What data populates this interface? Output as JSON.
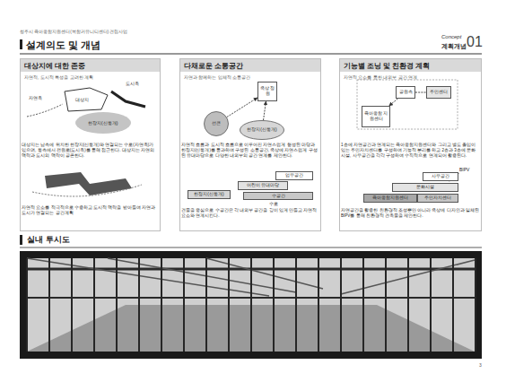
{
  "diagram": {
    "title": "설계의도 및 개념",
    "nodes": [
      {
        "text": [
          "대상지에 대한 존중",
          "자연적, 도시적 특성을 고려한 계획"
        ]
      },
      {
        "text": [
          "다채로운 소통공간",
          "자연과 함께하는 입체적 소통공간"
        ]
      },
      {
        "text": [
          "기능별 조닝 및 친환경 계획",
          "자연적 요소를 통한 내외부 공간 연계"
        ]
      },
      {
        "text": [
          "옥상 정원"
        ],
        "in": 1
      },
      {
        "text": [
          "선큰"
        ],
        "in": 1
      },
      {
        "text": [
          "현장지(신동개)"
        ],
        "in": 1
      },
      {
        "text": [
          "업무공간"
        ],
        "in": 1
      },
      {
        "text": [
          "어린이 뮤대마당"
        ],
        "in": 1
      },
      {
        "text": [
          "수공간"
        ],
        "in": 1
      },
      {
        "text": [
          "한정지(신동개)"
        ],
        "in": 1
      },
      {
        "text": [
          "공원측"
        ],
        "in": 2
      },
      {
        "text": [
          "주민센터"
        ],
        "in": 2
      },
      {
        "text": [
          "육아종합 지원센터"
        ],
        "in": 2
      },
      {
        "text": [
          "사무공간"
        ],
        "in": 2
      },
      {
        "text": [
          "문화시설"
        ],
        "in": 2
      },
      {
        "text": [
          "육아종합지원센터"
        ],
        "in": 2
      },
      {
        "text": [
          "주민자치센터"
        ],
        "in": 2
      }
    ],
    "edges": [
      {
        "from": 4,
        "to": 3,
        "arrow": "to"
      },
      {
        "from": 5,
        "to": 3,
        "arrow": "to"
      },
      {
        "from": 10,
        "to": 12,
        "arrow": "to"
      },
      {
        "from": 10,
        "to": 11,
        "arrow": "none"
      }
    ],
    "labels": [
      "청주시 육아종합지원센터(복합커뮤니티센터) 건립사업",
      "Concept",
      "계획개념",
      "01",
      "도시축",
      "대상지",
      "자연축",
      "현장지(신동개)",
      "대상지는 남측에 위치한 현장지(신동개)와 연결되는 수로(자연축)가 있으며, 동측에서 전원로(도시축)를 통해 접근한다. 대상지는 자연의 맥락과 도시의 맥락이 공존한다.",
      "자연적 요소를 적극적으로 수용하고 도시적 맥락을 받아들여 자연과 도시가 연결되는 공간계획",
      "자연적 흐름과 도시적 흐름으로 이루어진 자연스럽게 형성된 마당과 한정지(신동개)를 통과하여 구성된 소통공간, 옥상에 자연스럽게 구성된 뮤대마당으로 다양한 내외부의 공간 연계를 제안한다.",
      "건물을 중심으로 수공간은 각 내외부 공간을 깊이 있게 만들고 자연적 요소와 연계시킨다.",
      "수로",
      "1층에 자연공간과 연계되는 육아종합지원센터와 그리고 별도 출입이 있는 주민자치센터를 구성하여 기능적 분리를 하고 2층과 3층에 문화시설, 사무공간을 각각 구성하여 수직적으로 연계되어 활용된다.",
      "BIPV",
      "자연공간을 활용한 친환경적 조성뿐만 아니라 옥상에 디자인과 일체된 BIPV를 통해 친환경적 건축물을 제안한다.",
      "실내 투시도",
      "3"
    ]
  }
}
